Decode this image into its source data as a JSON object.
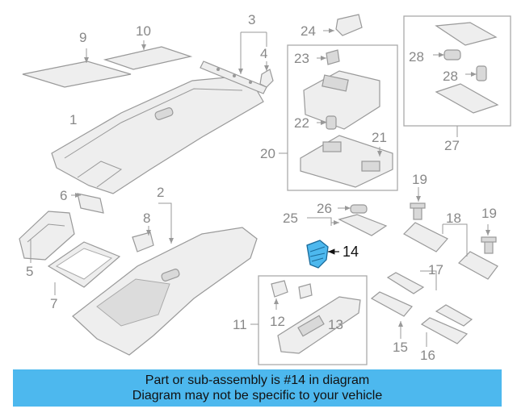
{
  "callouts": {
    "n1": "1",
    "n2": "2",
    "n3": "3",
    "n4": "4",
    "n5": "5",
    "n6": "6",
    "n7": "7",
    "n8": "8",
    "n9": "9",
    "n10": "10",
    "n11": "11",
    "n12": "12",
    "n13": "13",
    "n14": "14",
    "n15": "15",
    "n16": "16",
    "n17": "17",
    "n18": "18",
    "n19a": "19",
    "n19b": "19",
    "n20": "20",
    "n21": "21",
    "n22": "22",
    "n23": "23",
    "n24": "24",
    "n25": "25",
    "n26": "26",
    "n27": "27",
    "n28a": "28",
    "n28b": "28"
  },
  "colors": {
    "banner": "#4db8ee",
    "highlight_part": "#4db8ee",
    "line_art": "#999999"
  },
  "banner": {
    "line1": "Part or sub-assembly is #14 in diagram",
    "line2": "Diagram may not be specific to your vehicle"
  }
}
